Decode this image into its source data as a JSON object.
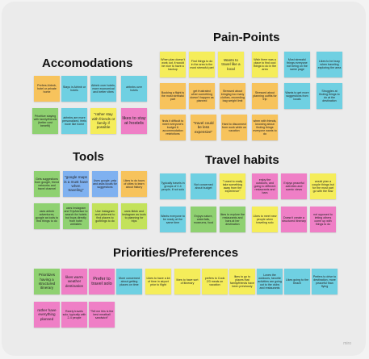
{
  "sections": {
    "pain_points": {
      "title": "Pain-Points",
      "notes": [
        "When plan doesn't work out, it would be nice to have a backup",
        "Find things to do in the area is the most stressful part",
        "Wants to travel like a local",
        "Wish there was a place to find cool things to do in the area",
        "Most stressful things everyone not being on the same page",
        "Likes to be busy when traveling exploring the area",
        "Booking a flight is the most stressful part",
        "get frustrated when something doesn't happen as planned",
        "Stressed about bringing too many clothes, exceeding bag weight limit",
        "Stressed about planning outfits for trip",
        "Wants to get more suggestions from locals",
        "Struggles at finding things to do at the destination",
        "finds it difficult to meet everyone's budget & accommodation restrictions",
        "\"travel could be less expensive\"",
        "Hard to disconnect from work while on vacation",
        "when with friends, knowing about finding things everyone wants to do"
      ]
    },
    "accomodations": {
      "title": "Accomodations",
      "notes": [
        "Prefers Airbnb, hotel or private home",
        "Stays in Airbnb or hotels",
        "Airbnb over hotels, more economical and better vibes",
        "airbnbs over hotels",
        "Prioritize staying with family/friends (better cost benefit)",
        "airbnbs are more personalized, feels more like home",
        "\"rather stay with friends or family if possible",
        "likes to stay at hostels"
      ]
    },
    "tools": {
      "title": "Tools",
      "notes": [
        "Gets suggestions from google, friend networks and travel channel",
        "\"google maps is a must have when traveling\"",
        "Uses google, yelp and asks locals for suggestions",
        "Likes to do tours of cities to learn about history",
        "uses airbnb adventures, google as tools to find things to do",
        "uses Instagram and TripAdvisor to search for hotels but buys directly from hotel websites",
        "Use Instagram and pinterest to find places to go/things to do",
        "uses tiktok and Instagram as tools to planning for trips"
      ]
    },
    "travel_habits": {
      "title": "Travel habits",
      "notes": [
        "Typically travels in groups of 2-4 people, if not solo",
        "Not concerned about budget",
        "\"I want to really take something away from the experience\"",
        "enjoy the outdoors, and going to different restaurants and bars",
        "Enjoys peaceful activities and scenic views",
        "would plan a couple things but for the most part go with the flow",
        "Wants everyone to be ready at the same time",
        "Enjoys nature, waterfalls, museums, food",
        "likes to explore the restaurants and bars at her destination",
        "Likes to meet new people when traveling solo",
        "Doesn't create a structured itinerary",
        "not opposed to letting others come up with things to do"
      ]
    },
    "priorities": {
      "title": "Priorities/Preferences",
      "notes": [
        "Prioritizes having a structured itinerary",
        "likes warm weather destination",
        "Prefer to travel solo",
        "More concerned about getting places on time",
        "Likes to have a lot of time in airport prior to flight",
        "likes to have sort of itinerary",
        "prefers to Cook 2/3 meals on vacation",
        "likes to go to places that family/friends have been previously",
        "Loves the outdoors, favorite activities are going out to the clubs and restaurants",
        "Likes going to the beach",
        "Prefers to drive to destination, more peaceful than flying",
        "rather have everything planned",
        "Rarely travels solo, typically with 2-4 people",
        "\"Tell me this is the best meatball sandwich\""
      ]
    }
  },
  "watermark": "miro"
}
